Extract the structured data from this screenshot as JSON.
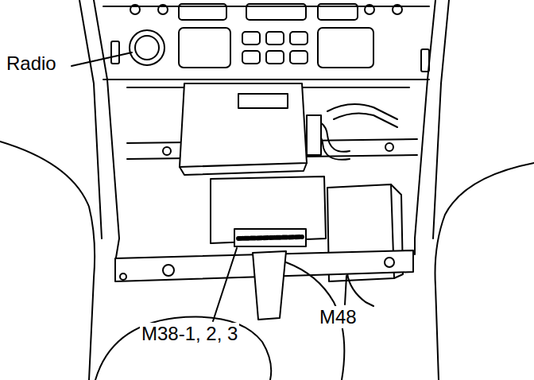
{
  "diagram": {
    "labels": [
      "Radio",
      "M38-1, 2, 3",
      "M48"
    ]
  }
}
